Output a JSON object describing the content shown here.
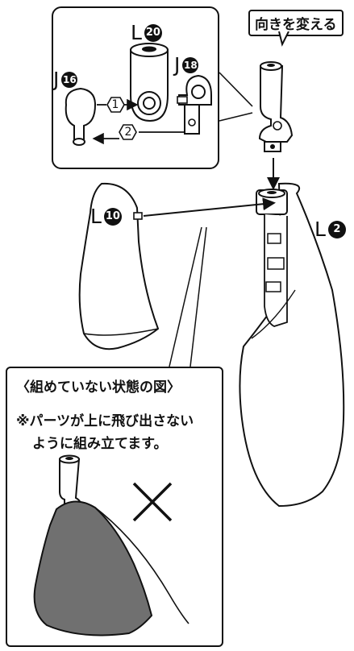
{
  "header": {
    "direction_label": "向きを変える"
  },
  "parts": {
    "l20": {
      "letter": "L",
      "num": "20"
    },
    "j18": {
      "letter": "J",
      "num": "18"
    },
    "j16": {
      "letter": "J",
      "num": "16"
    },
    "l10": {
      "letter": "L",
      "num": "10"
    },
    "l2": {
      "letter": "L",
      "num": "2"
    }
  },
  "steps": {
    "one": "1",
    "two": "2"
  },
  "note": {
    "title": "〈組めていない状態の図〉",
    "line1": "※パーツが上に飛び出さない",
    "line2": "ように組み立てます。"
  },
  "colors": {
    "ink": "#111111",
    "paper": "#ffffff",
    "shade": "#707070",
    "light": "#e6e6e6"
  }
}
